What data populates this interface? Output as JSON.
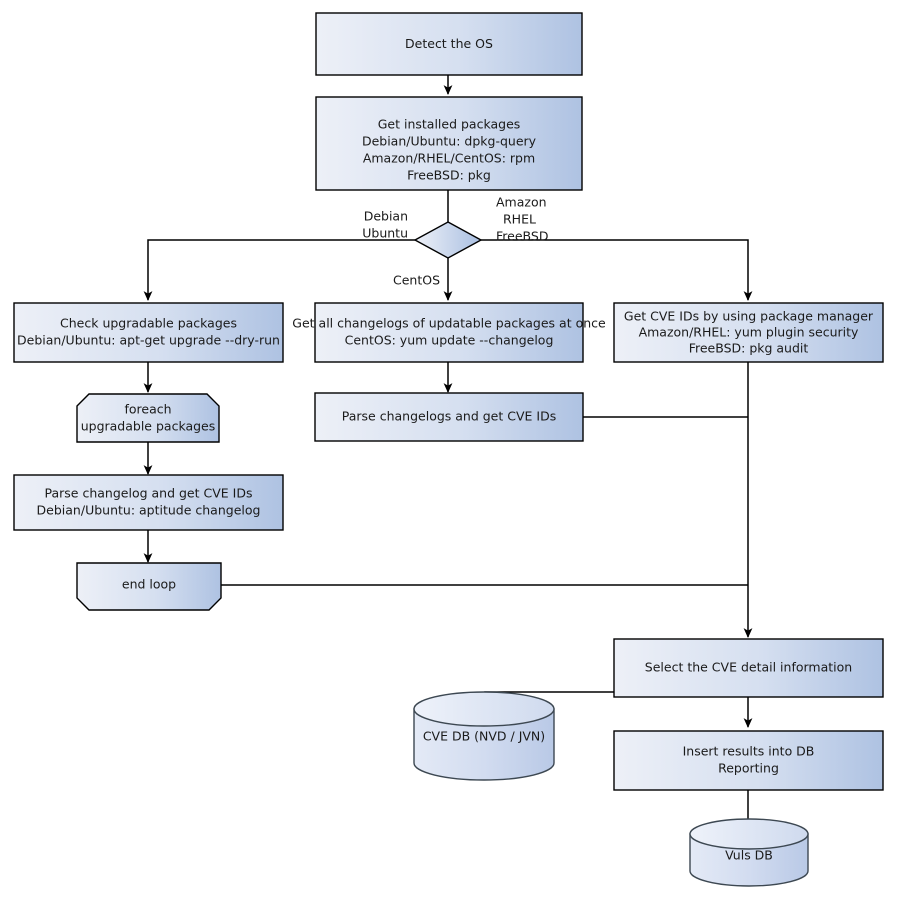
{
  "diagram": {
    "title": "Vuls scan workflow flowchart",
    "background": "#ffffff",
    "style": {
      "fill_left": "#eceff7",
      "fill_right": "#b0c4e3",
      "stroke": "#000000",
      "cyl_stroke": "#3d4852",
      "text_color": "#1a1a1a"
    }
  },
  "nodes": {
    "detect_os": {
      "shape": "process",
      "lines": [
        "Detect the OS"
      ]
    },
    "get_installed_packages": {
      "shape": "process",
      "lines": [
        "Get installed packages",
        "Debian/Ubuntu: dpkg-query",
        "Amazon/RHEL/CentOS: rpm",
        "FreeBSD: pkg"
      ]
    },
    "os_decision": {
      "shape": "decision",
      "lines": []
    },
    "check_upgradable": {
      "shape": "process",
      "lines": [
        "Check upgradable packages",
        "Debian/Ubuntu: apt-get upgrade --dry-run"
      ]
    },
    "get_all_changelogs": {
      "shape": "process",
      "lines": [
        "Get all changelogs of updatable packages at once",
        "CentOS: yum update --changelog"
      ]
    },
    "get_cve_ids_pkgmgr": {
      "shape": "process",
      "lines": [
        "Get CVE IDs by using package manager",
        "Amazon/RHEL: yum plugin security",
        "FreeBSD: pkg audit"
      ]
    },
    "foreach_loop_start": {
      "shape": "loop-start",
      "lines": [
        "foreach",
        "upgradable  packages"
      ]
    },
    "parse_changelog_single": {
      "shape": "process",
      "lines": [
        "Parse changelog and get  CVE IDs",
        "Debian/Ubuntu: aptitude changelog"
      ]
    },
    "end_loop": {
      "shape": "loop-end",
      "lines": [
        "end loop"
      ]
    },
    "parse_changelogs_bulk": {
      "shape": "process",
      "lines": [
        "Parse changelogs and get CVE IDs"
      ]
    },
    "select_cve_detail": {
      "shape": "process",
      "lines": [
        "Select the CVE detail information"
      ]
    },
    "insert_results": {
      "shape": "process",
      "lines": [
        "Insert results into DB",
        "Reporting"
      ]
    },
    "cve_db": {
      "shape": "cylinder",
      "lines": [
        "CVE DB (NVD / JVN)"
      ]
    },
    "vuls_db": {
      "shape": "cylinder",
      "lines": [
        "Vuls DB"
      ]
    }
  },
  "edge_labels": {
    "debian_ubuntu": [
      "Debian",
      "Ubuntu"
    ],
    "amazon_rhel_freebsd": [
      "Amazon",
      "RHEL",
      "FreeBSD"
    ],
    "centos": [
      "CentOS"
    ]
  }
}
